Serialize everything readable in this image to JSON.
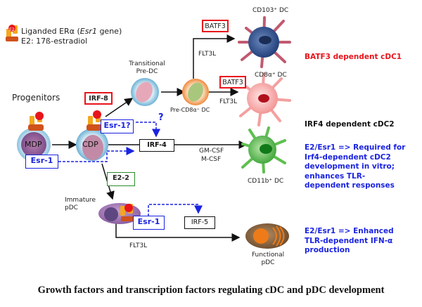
{
  "legend": {
    "line1_prefix": "Liganded ERα (",
    "line1_gene": "Esr1",
    "line1_suffix": " gene)",
    "line2": "E2: 17ß-estradiol",
    "badge": "E2"
  },
  "progenitors_label": "Progenitors",
  "cells": {
    "mdp": "MDP",
    "cdp": "CDP",
    "transitional": [
      "Transitional",
      "Pre-DC"
    ],
    "pre_cd8": "Pre-CD8α⁺ DC",
    "cd103": "CD103⁺ DC",
    "cd8": "CD8α⁺ DC",
    "cd11b": "CD11b⁺ DC",
    "immature_pdc": [
      "Immature",
      "pDC"
    ],
    "functional_pdc": [
      "Functional",
      "pDC"
    ]
  },
  "factors": {
    "irf8": "IRF-8",
    "batf3_top": "BATF3",
    "batf3_mid": "BATF3",
    "esr1_q": "Esr-1?",
    "question": "?",
    "irf4": "IRF-4",
    "esr1_left": "Esr-1",
    "e22": "E2-2",
    "esr1_pdc": "Esr-1",
    "irf5": "IRF-5",
    "e2_badge": "E2"
  },
  "growth_factors": {
    "flt3l_top": "FLT3L",
    "flt3l_mid": "FLT3L",
    "gmcsf": "GM-CSF",
    "mcsf": "M-CSF",
    "flt3l_bottom": "FLT3L"
  },
  "notes": {
    "cdc1": "BATF3 dependent cDC1",
    "cdc2": "IRF4 dependent cDC2",
    "cdc2_detail": [
      "E2/Esr1 => Required for",
      "Irf4-dependent cDC2",
      "development in vitro;",
      "enhances TLR-",
      "dependent responses"
    ],
    "pdc_detail": [
      "E2/Esr1 => Enhanced",
      "TLR-dependent IFN-α",
      "production"
    ]
  },
  "colors": {
    "red": "#e8141b",
    "blue": "#1a23e0",
    "green": "#2a8a2a"
  },
  "caption": "Growth factors and transcription factors regulating cDC and pDC development"
}
